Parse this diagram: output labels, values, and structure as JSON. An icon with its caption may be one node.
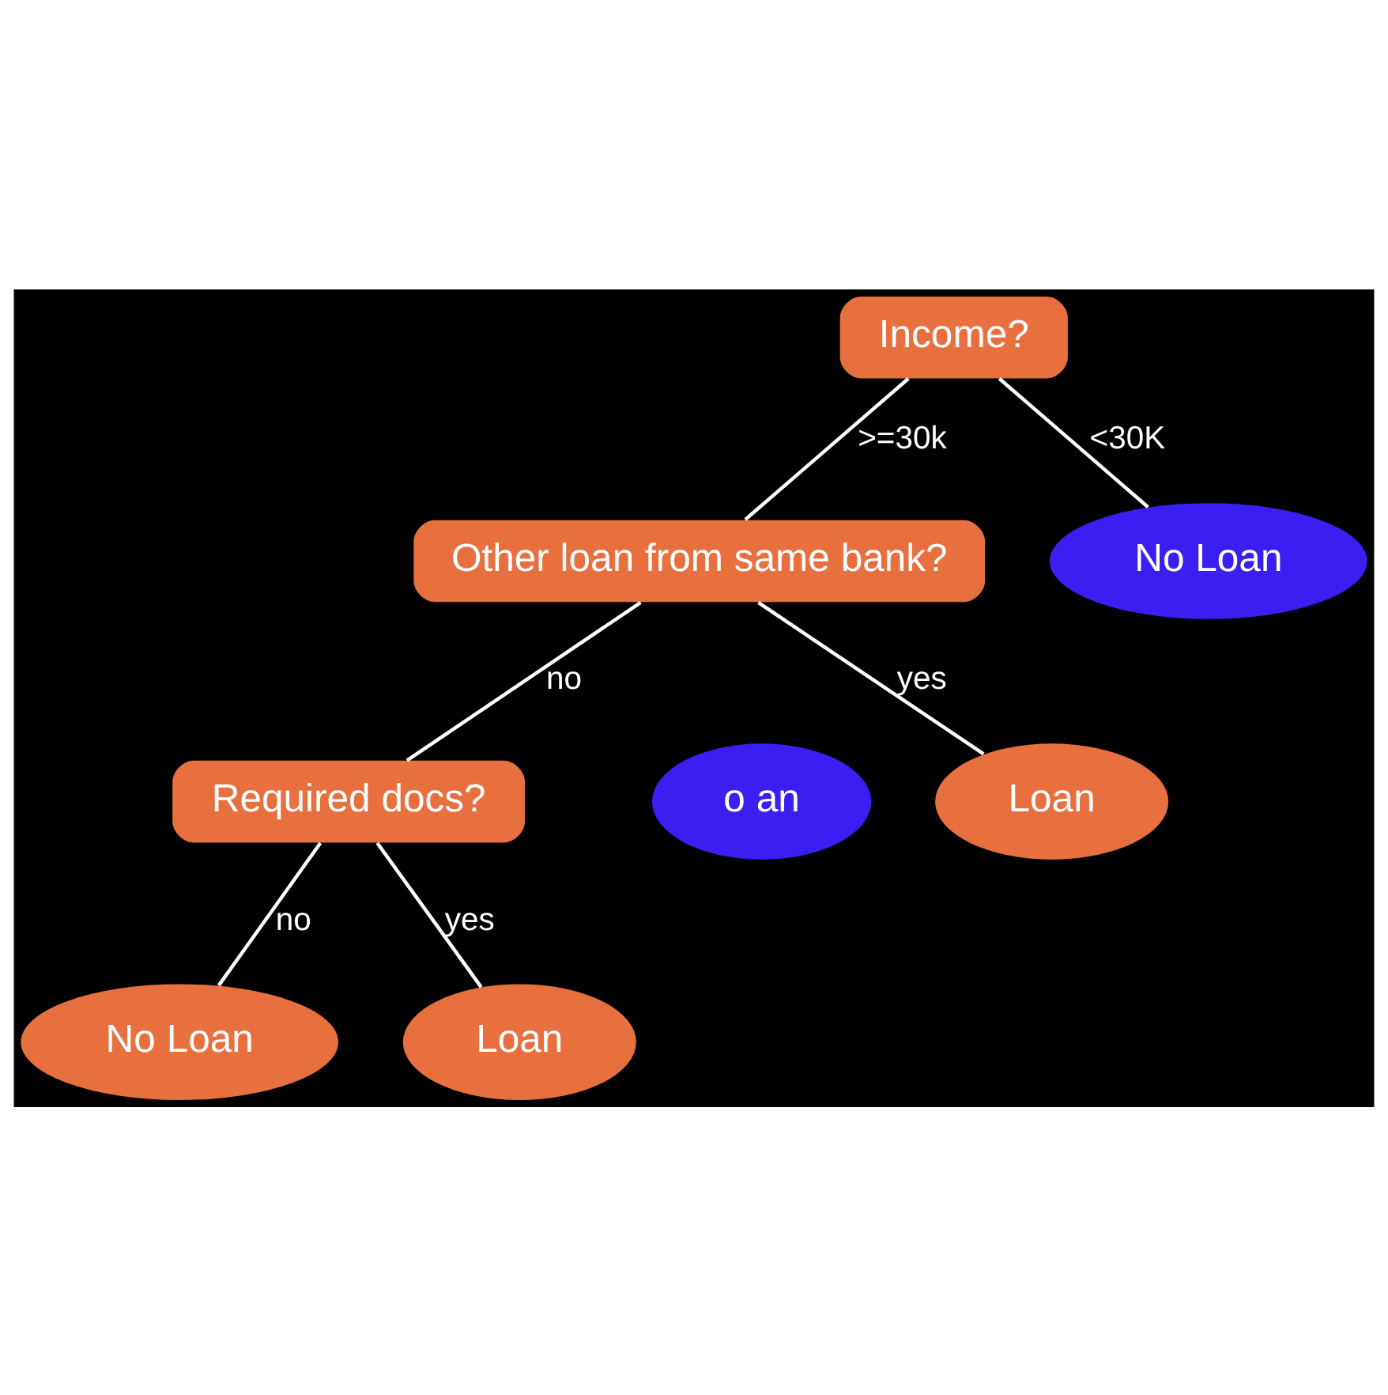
{
  "diagram": {
    "nodes": [
      {
        "text": [
          "Income?"
        ]
      },
      {
        "text": [
          "Other loan from same bank?"
        ]
      },
      {
        "text": [
          "No Loan"
        ]
      },
      {
        "text": [
          "o an"
        ]
      },
      {
        "text": [
          "Required docs?"
        ]
      },
      {
        "text": [
          "Loan"
        ]
      },
      {
        "text": [
          "No Loan"
        ]
      },
      {
        "text": [
          "Loan"
        ]
      }
    ],
    "edges": [
      {
        "from": 0,
        "to": 1,
        "arrow": "none",
        "label": ">=30k"
      },
      {
        "from": 0,
        "to": 2,
        "arrow": "none",
        "label": "<30K"
      },
      {
        "from": 1,
        "to": 4,
        "arrow": "none",
        "label": "no"
      },
      {
        "from": 1,
        "to": 5,
        "arrow": "none",
        "label": "yes"
      },
      {
        "from": 4,
        "to": 6,
        "arrow": "none",
        "label": "no"
      },
      {
        "from": 4,
        "to": 7,
        "arrow": "none",
        "label": "yes"
      }
    ]
  }
}
